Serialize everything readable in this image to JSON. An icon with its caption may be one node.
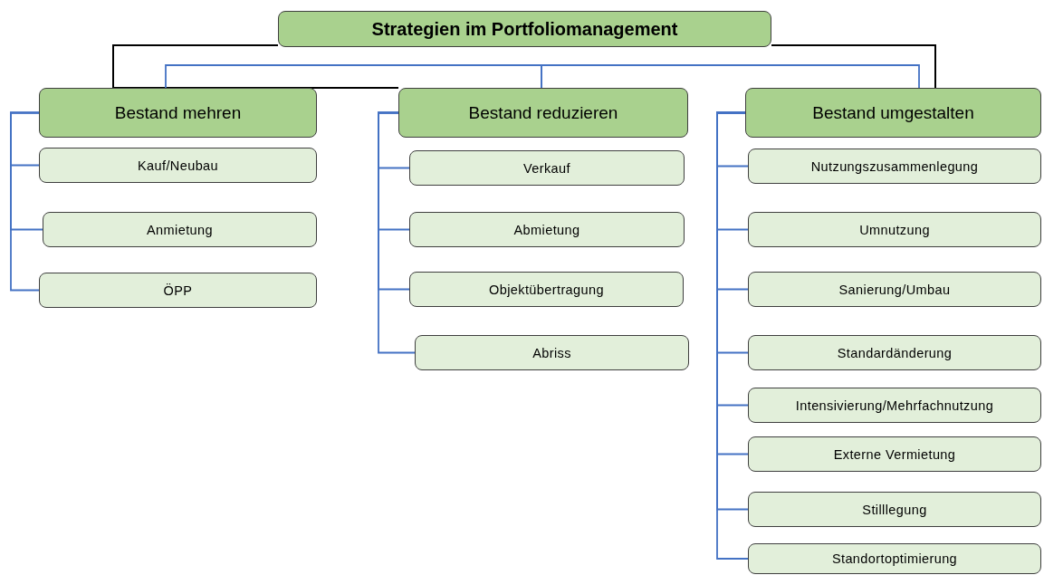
{
  "diagram": {
    "nodes": [
      {
        "text": [
          "Strategien im Portfoliomanagement"
        ]
      },
      {
        "text": [
          "Bestand mehren"
        ]
      },
      {
        "text": [
          "Kauf/Neubau"
        ]
      },
      {
        "text": [
          "Anmietung"
        ]
      },
      {
        "text": [
          "ÖPP"
        ]
      },
      {
        "text": [
          "Bestand reduzieren"
        ]
      },
      {
        "text": [
          "Verkauf"
        ]
      },
      {
        "text": [
          "Abmietung"
        ]
      },
      {
        "text": [
          "Objektübertragung"
        ]
      },
      {
        "text": [
          "Abriss"
        ]
      },
      {
        "text": [
          "Bestand umgestalten"
        ]
      },
      {
        "text": [
          "Nutzungszusammenlegung"
        ]
      },
      {
        "text": [
          "Umnutzung"
        ]
      },
      {
        "text": [
          "Sanierung/Umbau"
        ]
      },
      {
        "text": [
          "Standardänderung"
        ]
      },
      {
        "text": [
          "Intensivierung/Mehrfachnutzung"
        ]
      },
      {
        "text": [
          "Externe Vermietung"
        ]
      },
      {
        "text": [
          "Stilllegung"
        ]
      },
      {
        "text": [
          "Standortoptimierung"
        ]
      }
    ],
    "edges": [
      {
        "from": 0,
        "to": 1,
        "arrow": "none",
        "color": "#000000"
      },
      {
        "from": 0,
        "to": 5,
        "arrow": "none",
        "color": "#000000"
      },
      {
        "from": 0,
        "to": 10,
        "arrow": "none",
        "color": "#000000"
      },
      {
        "from": 1,
        "to": 5,
        "arrow": "none"
      },
      {
        "from": 5,
        "to": 10,
        "arrow": "none"
      },
      {
        "from": 1,
        "to": 2,
        "arrow": "none"
      },
      {
        "from": 1,
        "to": 3,
        "arrow": "none"
      },
      {
        "from": 1,
        "to": 4,
        "arrow": "none"
      },
      {
        "from": 5,
        "to": 6,
        "arrow": "none"
      },
      {
        "from": 5,
        "to": 7,
        "arrow": "none"
      },
      {
        "from": 5,
        "to": 8,
        "arrow": "none"
      },
      {
        "from": 5,
        "to": 9,
        "arrow": "none"
      },
      {
        "from": 10,
        "to": 11,
        "arrow": "none"
      },
      {
        "from": 10,
        "to": 12,
        "arrow": "none"
      },
      {
        "from": 10,
        "to": 13,
        "arrow": "none"
      },
      {
        "from": 10,
        "to": 14,
        "arrow": "none"
      },
      {
        "from": 10,
        "to": 15,
        "arrow": "none"
      },
      {
        "from": 10,
        "to": 16,
        "arrow": "none"
      },
      {
        "from": 10,
        "to": 17,
        "arrow": "none"
      },
      {
        "from": 10,
        "to": 18,
        "arrow": "none"
      }
    ]
  }
}
